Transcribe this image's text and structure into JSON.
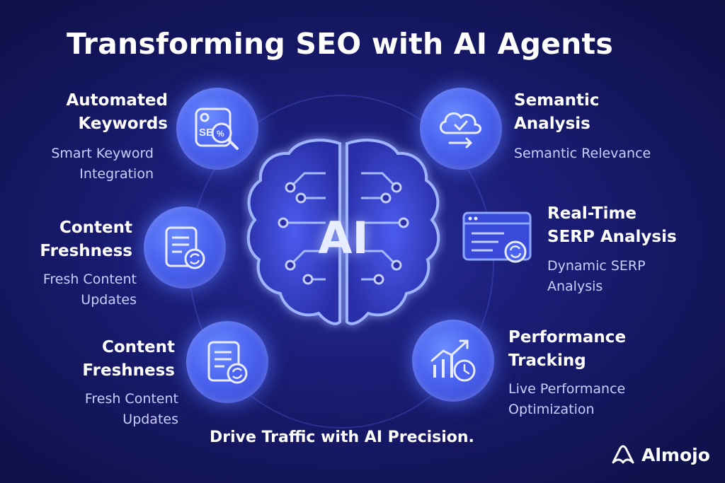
{
  "title": "Transforming SEO with AI Agents",
  "center": {
    "label": "AI",
    "icon": "brain-circuit-icon"
  },
  "nodes": [
    {
      "title": "Automated\nKeywords",
      "subtitle": "Smart Keyword\nIntegration",
      "icon": "seo-magnifier-icon"
    },
    {
      "title": "Semantic\nAnalysis",
      "subtitle": "Semantic Relevance",
      "icon": "cloud-check-icon"
    },
    {
      "title": "Content\nFreshness",
      "subtitle": "Fresh Content\nUpdates",
      "icon": "document-refresh-icon"
    },
    {
      "title": "Real-Time\nSERP Analysis",
      "subtitle": "Dynamic SERP\nAnalysis",
      "icon": "browser-refresh-icon"
    },
    {
      "title": "Content\nFreshness",
      "subtitle": "Fresh Content\nUpdates",
      "icon": "document-refresh-icon"
    },
    {
      "title": "Performance\nTracking",
      "subtitle": "Live Performance\nOptimization",
      "icon": "chart-clock-icon"
    }
  ],
  "tagline": "Drive Traffic with AI Precision.",
  "brand": {
    "name": "Almojo",
    "icon": "almojo-logo-icon"
  },
  "colors": {
    "background": "#1b1e78",
    "accent": "#4b63f0",
    "glow": "#8fa8ff",
    "subtext": "#c9ceff"
  }
}
